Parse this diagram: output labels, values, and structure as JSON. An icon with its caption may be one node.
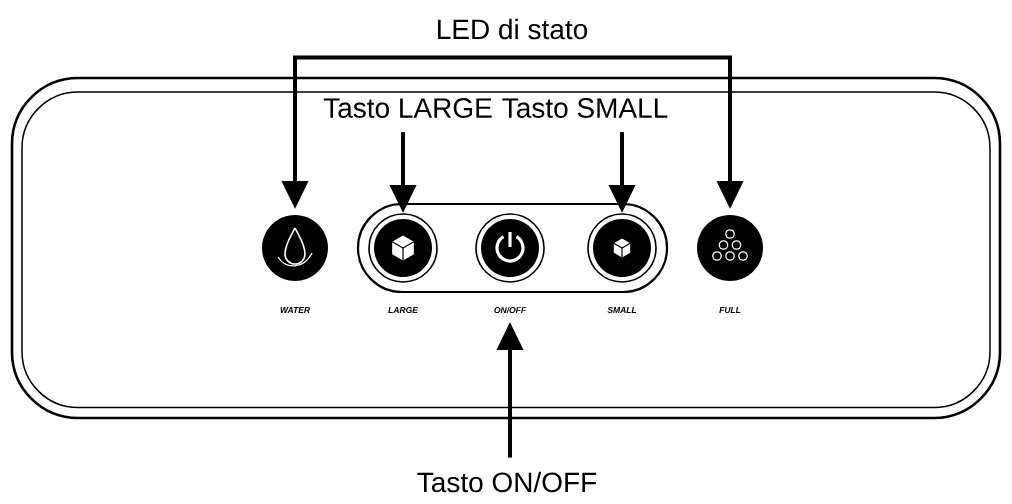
{
  "diagram": {
    "nodes": [
      {
        "text": [
          "LED di stato"
        ]
      },
      {
        "text": [],
        "shape": "box"
      },
      {
        "text": [
          "Tasto LARGE"
        ],
        "in": 1
      },
      {
        "text": [
          "Tasto SMALL"
        ],
        "in": 1
      },
      {
        "text": [
          "WATER"
        ],
        "in": 1
      },
      {
        "text": [],
        "shape": "box",
        "in": 1
      },
      {
        "text": [
          "LARGE"
        ],
        "in": 5
      },
      {
        "text": [
          "ON/OFF"
        ],
        "in": 5
      },
      {
        "text": [
          "SMALL"
        ],
        "in": 5
      },
      {
        "text": [
          "FULL"
        ],
        "in": 1
      },
      {
        "text": [
          "Tasto ON/OFF"
        ]
      }
    ],
    "edges": [
      {
        "from": 0,
        "to": 4,
        "arrow": "to"
      },
      {
        "from": 0,
        "to": 9,
        "arrow": "to"
      },
      {
        "from": 2,
        "to": 6,
        "arrow": "to"
      },
      {
        "from": 3,
        "to": 8,
        "arrow": "to"
      },
      {
        "from": 10,
        "to": 7,
        "arrow": "to"
      }
    ]
  }
}
